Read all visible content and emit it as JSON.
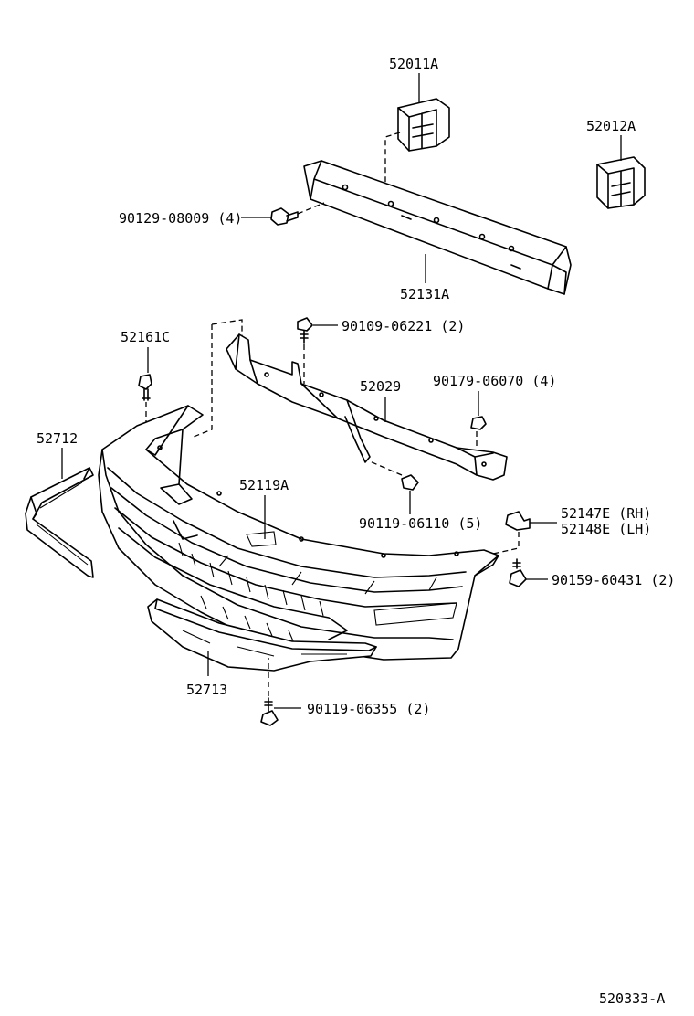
{
  "parts": {
    "p52011a": "52011A",
    "p52012a": "52012A",
    "p90129": "90129-08009 (4)",
    "p52131a": "52131A",
    "p52161c": "52161C",
    "p90109": "90109-06221 (2)",
    "p52029": "52029",
    "p90179": "90179-06070 (4)",
    "p52712": "52712",
    "p52119a": "52119A",
    "p90119_6110": "90119-06110 (5)",
    "p52147e": "52147E (RH)",
    "p52148e": "52148E (LH)",
    "p90159": "90159-60431 (2)",
    "p52713": "52713",
    "p90119_6355": "90119-06355 (2)"
  },
  "diagram_id": "520333-A"
}
